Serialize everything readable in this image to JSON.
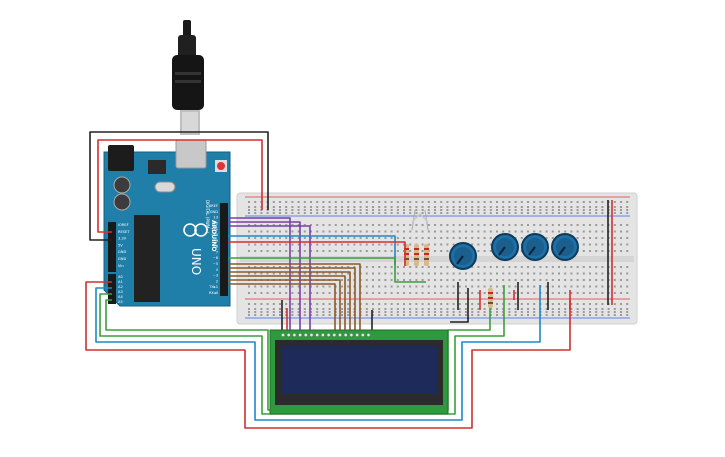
{
  "arduino": {
    "board_name": "UNO",
    "brand": "ARDUINO",
    "digital_header": "DIGITAL (PWM~)",
    "power_header_labels": [
      "IOREF",
      "RESET",
      "3.3V",
      "5V",
      "GND",
      "GND",
      "Vin"
    ],
    "analog_header_labels": [
      "A0",
      "A1",
      "A2",
      "A3",
      "A4",
      "A5"
    ],
    "digital_pin_labels": [
      "AREF",
      "GND",
      "13",
      "12",
      "~11",
      "~10",
      "~9",
      "8",
      "7",
      "~6",
      "~5",
      "4",
      "~3",
      "2",
      "TX▸1",
      "RX◂0"
    ]
  },
  "colors": {
    "board": "#1f7fa8",
    "breadboard": "#e2e2e2",
    "wire_red": "#d32f2f",
    "wire_black": "#222222",
    "wire_green": "#3aa03a",
    "wire_blue": "#1e88c8",
    "wire_purple": "#7a3fa8",
    "wire_brown": "#8a5a2b",
    "lcd_screen": "#1e2a5a",
    "lcd_pcb": "#2e9a3e"
  }
}
